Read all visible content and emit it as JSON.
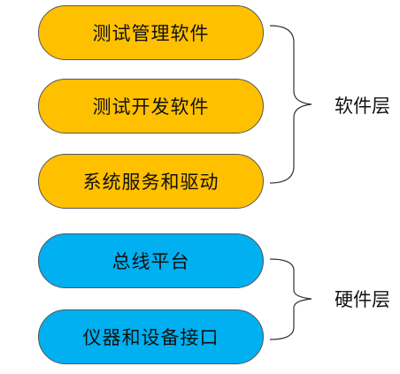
{
  "diagram": {
    "software_layer": {
      "label": "软件层",
      "color": "#FFC000",
      "items": [
        "测试管理软件",
        "测试开发软件",
        "系统服务和驱动"
      ]
    },
    "hardware_layer": {
      "label": "硬件层",
      "color": "#00B0F0",
      "items": [
        "总线平台",
        "仪器和设备接口"
      ]
    }
  }
}
